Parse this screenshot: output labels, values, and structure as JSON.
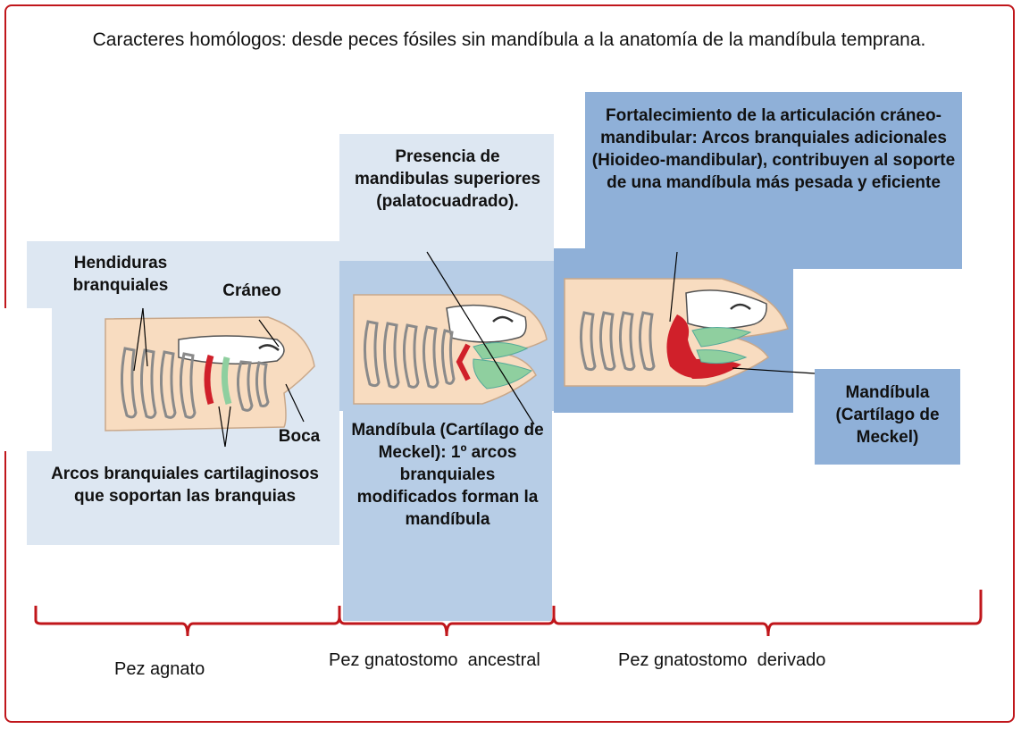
{
  "title": "Caracteres homólogos: desde peces fósiles sin mandíbula a la anatomía de la mandíbula temprana.",
  "agnathan": {
    "label_gill_slits": "Hendiduras branquiales",
    "label_skull": "Cráneo",
    "label_mouth": "Boca",
    "label_arches": "Arcos branquiales cartilaginosos que soportan las branquias",
    "caption": "Pez agnato"
  },
  "ancestral": {
    "label_upper_jaw": "Presencia de mandibulas superiores (palatocuadrado).",
    "label_lower_jaw": "Mandíbula (Cartílago de Meckel): 1º arcos branquiales modificados forman la mandíbula",
    "caption": "Pez gnatostomo  ancestral"
  },
  "derived": {
    "label_joint": "Fortalecimiento de la articulación cráneo-mandibular:  Arcos branquiales adicionales (Hioideo-mandibular), contribuyen al soporte de una mandíbula más pesada y eficiente",
    "label_mandible": "Mandíbula (Cartílago de Meckel)",
    "caption": "Pez gnatostomo  derivado"
  },
  "colors": {
    "frame_red": "#c0161b",
    "pale_blue": "#dde7f2",
    "mid_blue": "#b7cde6",
    "dark_blue": "#8fb0d8",
    "fish_body": "#f8dcc0",
    "arch_red": "#d0202a",
    "arch_green": "#8fcf9f"
  }
}
